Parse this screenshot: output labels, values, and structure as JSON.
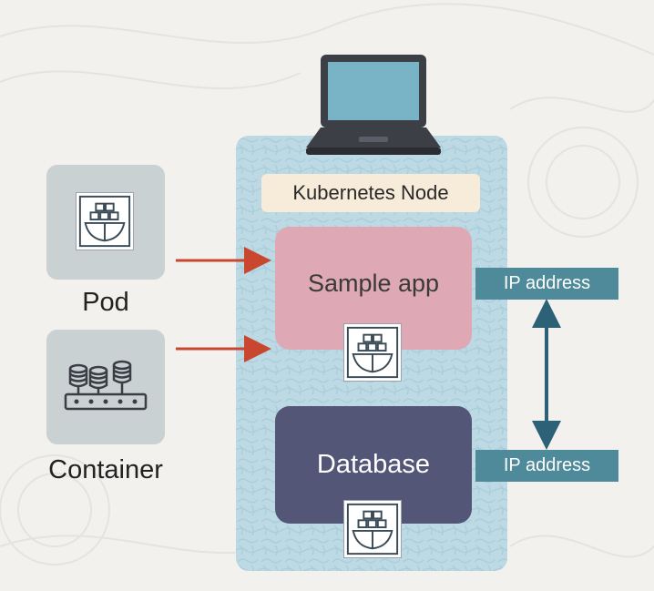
{
  "diagram": {
    "node_label": "Kubernetes Node",
    "app_label": "Sample app",
    "db_label": "Database",
    "legend": {
      "pod_label": "Pod",
      "container_label": "Container"
    },
    "ip_badges": [
      "IP address",
      "IP address"
    ]
  },
  "colors": {
    "node_panel": "#bcd9e4",
    "app_box": "#dea8b4",
    "db_box": "#545678",
    "ip_badge": "#4f8a9a",
    "pointer_arrow": "#c8472e",
    "connector_arrow": "#2d6178"
  },
  "icons": [
    "laptop-icon",
    "pod-icon",
    "container-icon",
    "ship-icon"
  ]
}
